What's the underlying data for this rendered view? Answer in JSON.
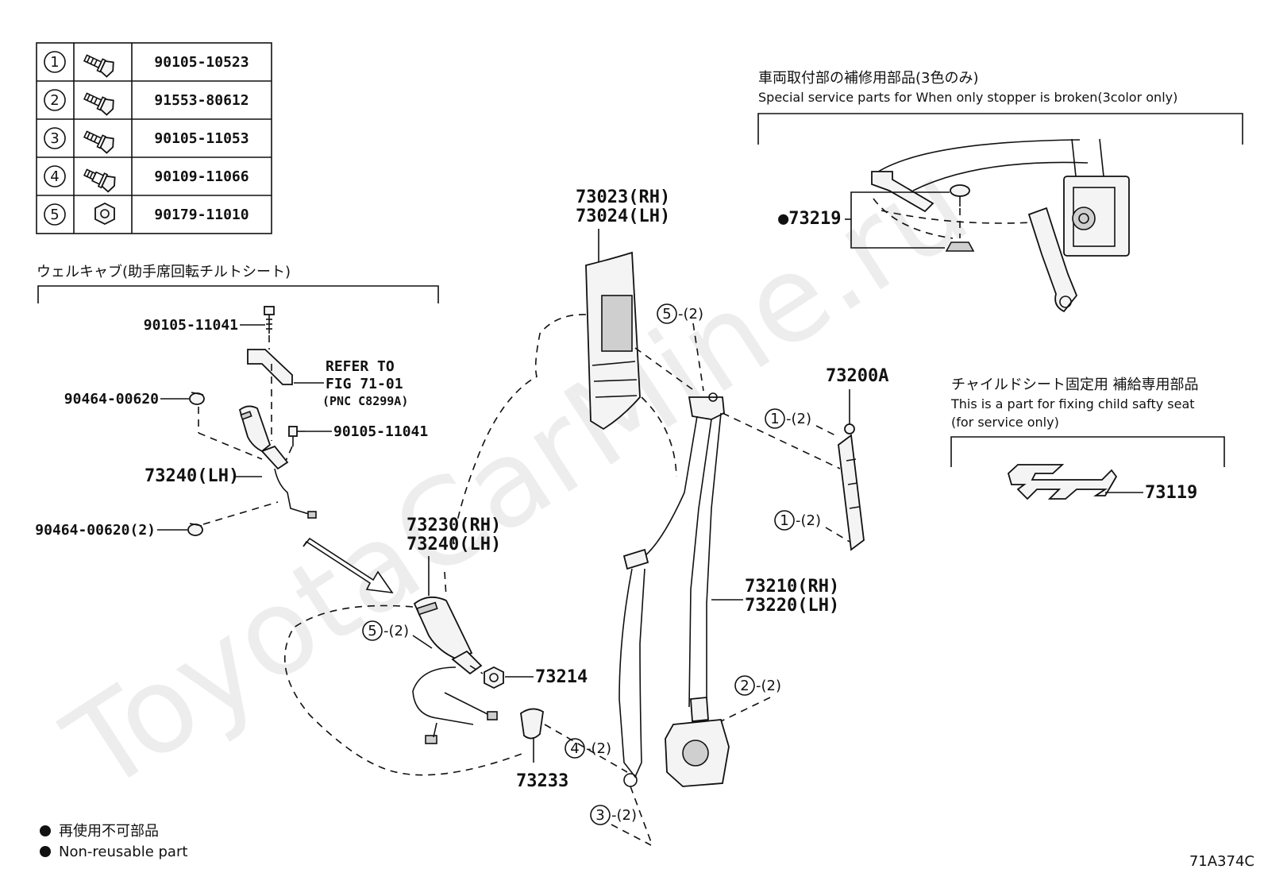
{
  "parts_table": [
    {
      "num": "1",
      "part": "90105-10523",
      "icon": "flange-bolt-icon"
    },
    {
      "num": "2",
      "part": "91553-80612",
      "icon": "flange-bolt-icon"
    },
    {
      "num": "3",
      "part": "90105-11053",
      "icon": "flange-bolt-icon"
    },
    {
      "num": "4",
      "part": "90109-11066",
      "icon": "shoulder-bolt-icon"
    },
    {
      "num": "5",
      "part": "90179-11010",
      "icon": "hex-nut-icon"
    }
  ],
  "welcab": {
    "title": "ウェルキャブ(助手席回転チルトシート)",
    "labels": {
      "bolt_top": "90105-11041",
      "refer_1": "REFER TO",
      "refer_2": "FIG 71-01",
      "refer_3": "(PNC C8299A)",
      "clamp_1": "90464-00620",
      "bolt_mid": "90105-11041",
      "buckle": "73240(LH)",
      "clamp_2": "90464-00620(2)"
    }
  },
  "special": {
    "title_jp": "車両取付部の補修用部品(3色のみ)",
    "title_en": "Special service parts for When only stopper is broken(3color only)",
    "part": "●73219"
  },
  "child": {
    "title_jp": "チャイルドシート固定用 補給専用部品",
    "title_en": "This is a part for fixing child safty seat",
    "title_en2": "(for service only)",
    "part": "73119"
  },
  "main_labels": {
    "pillar_1": "73023(RH)",
    "pillar_2": "73024(LH)",
    "anchor": "73200A",
    "buckle_1": "73230(RH)",
    "buckle_2": "73240(LH)",
    "belt_1": "73210(RH)",
    "belt_2": "73220(LH)",
    "nut": "73214",
    "cover": "73233"
  },
  "callouts": {
    "c5_top": {
      "num": "5",
      "qty": "-(2)"
    },
    "c1_top": {
      "num": "1",
      "qty": "-(2)"
    },
    "c1_bot": {
      "num": "1",
      "qty": "-(2)"
    },
    "c5_buckle": {
      "num": "5",
      "qty": "-(2)"
    },
    "c2": {
      "num": "2",
      "qty": "-(2)"
    },
    "c4": {
      "num": "4",
      "qty": "-(2)"
    },
    "c3": {
      "num": "3",
      "qty": "-(2)"
    }
  },
  "legend": {
    "jp": "再使用不可部品",
    "en": "Non-reusable part"
  },
  "figure_code": "71A374C",
  "watermark": "ToyotaCarMine.ru"
}
